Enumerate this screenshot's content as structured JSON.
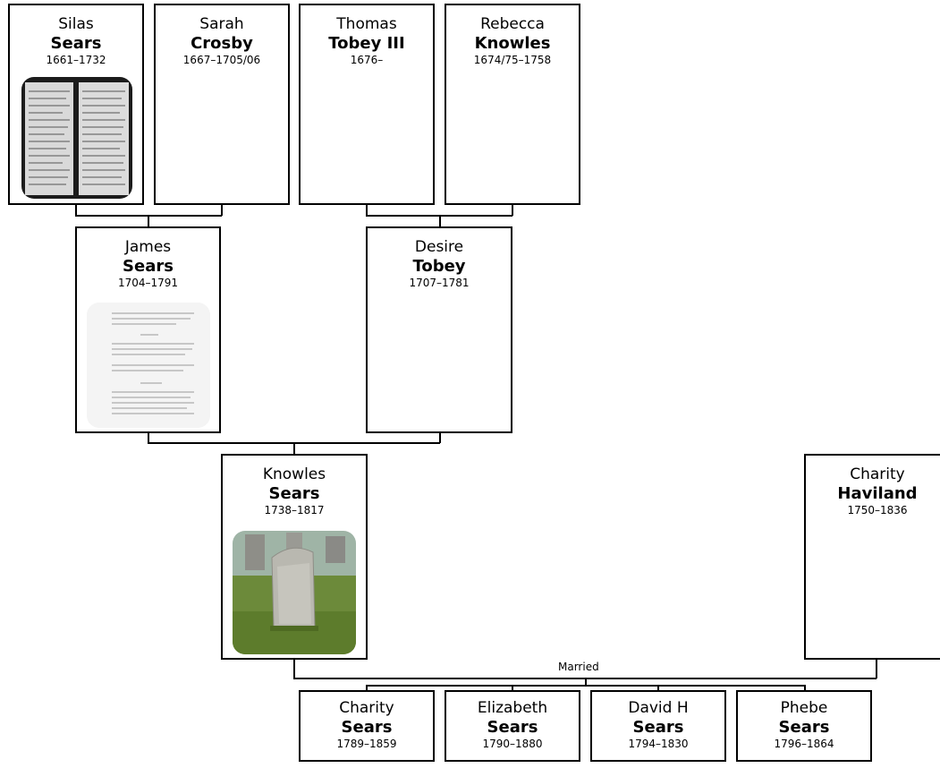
{
  "people": {
    "silas": {
      "first": "Silas",
      "last": "Sears",
      "dates": "1661–1732",
      "photo": "document scan"
    },
    "sarah": {
      "first": "Sarah",
      "last": "Crosby",
      "dates": "1667–1705/06"
    },
    "thomas": {
      "first": "Thomas",
      "last": "Tobey III",
      "dates": "1676–"
    },
    "rebecca": {
      "first": "Rebecca",
      "last": "Knowles",
      "dates": "1674/75–1758"
    },
    "james": {
      "first": "James",
      "last": "Sears",
      "dates": "1704–1791",
      "photo": "document scan"
    },
    "desire": {
      "first": "Desire",
      "last": "Tobey",
      "dates": "1707–1781"
    },
    "knowles": {
      "first": "Knowles",
      "last": "Sears",
      "dates": "1738–1817",
      "photo": "gravestone"
    },
    "charity_h": {
      "first": "Charity",
      "last": "Haviland",
      "dates": "1750–1836"
    },
    "charity_s": {
      "first": "Charity",
      "last": "Sears",
      "dates": "1789–1859"
    },
    "elizabeth": {
      "first": "Elizabeth",
      "last": "Sears",
      "dates": "1790–1880"
    },
    "david": {
      "first": "David H",
      "last": "Sears",
      "dates": "1794–1830"
    },
    "phebe": {
      "first": "Phebe",
      "last": "Sears",
      "dates": "1796–1864"
    }
  },
  "union_label": "Married",
  "colors": {
    "border": "#000000",
    "background": "#ffffff"
  }
}
